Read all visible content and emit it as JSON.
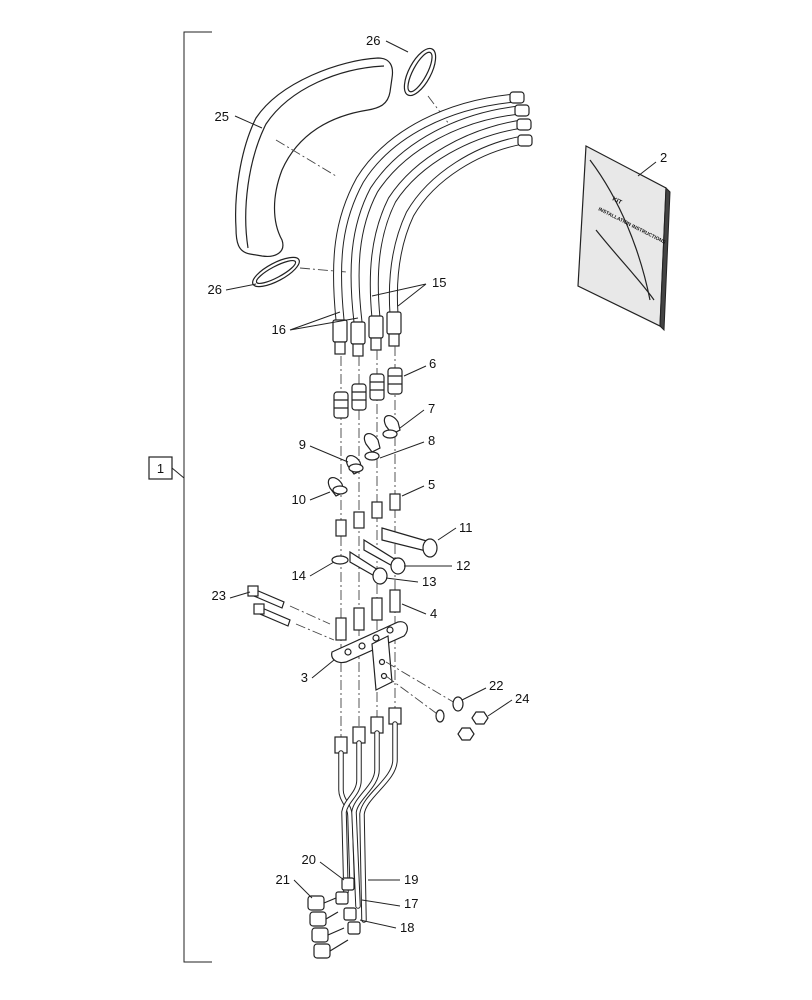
{
  "diagram": {
    "assembly_label": "1",
    "instruction_sheet": {
      "line1": "INSTALLATION INSTRUCTIONS",
      "line2": "KIT",
      "callout": "2"
    },
    "callouts": {
      "c2": "2",
      "c3": "3",
      "c4": "4",
      "c5": "5",
      "c6": "6",
      "c7": "7",
      "c8": "8",
      "c9": "9",
      "c10": "10",
      "c11": "11",
      "c12": "12",
      "c13": "13",
      "c14": "14",
      "c15": "15",
      "c16": "16",
      "c17": "17",
      "c18": "18",
      "c19": "19",
      "c20": "20",
      "c21": "21",
      "c22": "22",
      "c23": "23",
      "c24": "24",
      "c25": "25",
      "c26a": "26",
      "c26b": "26"
    }
  }
}
